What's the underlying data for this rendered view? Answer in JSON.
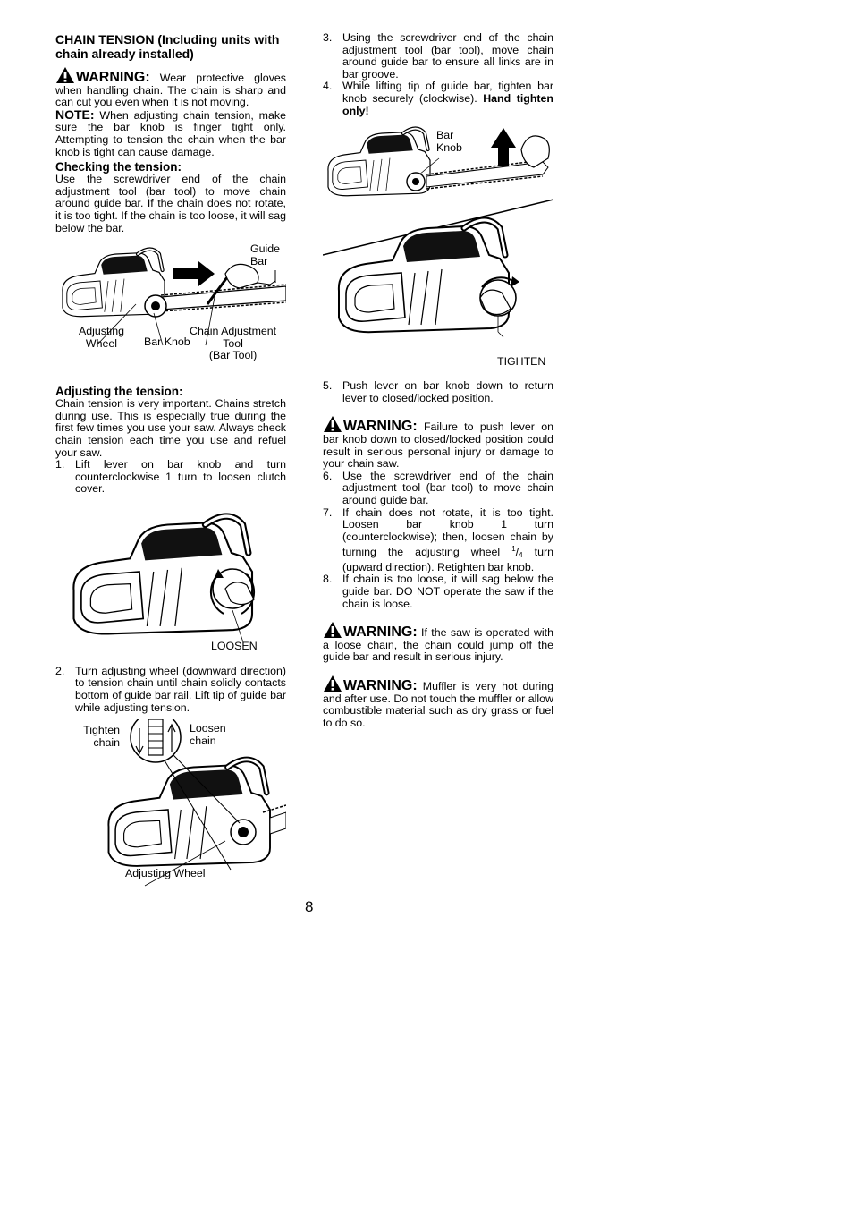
{
  "left": {
    "heading": "CHAIN TENSION (Including units with chain already installed)",
    "warning1": {
      "word": "WARNING:",
      "text": "Wear protective gloves when handling chain. The chain is sharp and can cut you even when it is not moving."
    },
    "note": {
      "word": "NOTE:",
      "text": "When adjusting chain tension, make sure the bar knob is finger tight only. Attempting to tension the chain when the bar knob is tight can cause damage."
    },
    "checking_heading": "Checking the tension:",
    "checking_text": "Use the screwdriver end of the chain adjustment tool (bar tool) to move chain around guide bar. If the chain does not rotate, it is too tight. If the chain is too loose, it will sag below the bar.",
    "figure1": {
      "guide_bar": [
        "Guide",
        "Bar"
      ],
      "adjusting_wheel": [
        "Adjusting",
        "Wheel"
      ],
      "bar_knob": "Bar Knob",
      "chain_tool": [
        "Chain Adjustment",
        "Tool",
        "(Bar Tool)"
      ]
    },
    "adjusting_heading": "Adjusting the tension:",
    "adjusting_text": "Chain tension is very important. Chains stretch during use. This is especially true during the first few times you use your saw. Always check chain tension each time you use and refuel your saw.",
    "step1": {
      "num": "1.",
      "text": "Lift lever on bar knob and turn counterclockwise 1 turn to loosen clutch cover."
    },
    "figure2": {
      "loosen": "LOOSEN"
    },
    "step2": {
      "num": "2.",
      "text": "Turn adjusting wheel (downward direction) to tension chain until chain solidly contacts bottom of guide bar rail. Lift tip of guide bar while adjusting tension."
    },
    "figure3": {
      "tighten": [
        "Tighten",
        "chain"
      ],
      "loosen": [
        "Loosen",
        "chain"
      ],
      "adjusting_wheel": "Adjusting Wheel"
    }
  },
  "right": {
    "step3": {
      "num": "3.",
      "text": "Using the screwdriver end of the chain adjustment tool (bar tool), move chain around guide bar to ensure all links are in bar groove."
    },
    "step4": {
      "num": "4.",
      "text": "While lifting tip of guide bar, tighten bar knob securely (clockwise).",
      "bold": "Hand tighten only!"
    },
    "figure4": {
      "bar_knob": [
        "Bar",
        "Knob"
      ],
      "tighten": "TIGHTEN"
    },
    "step5": {
      "num": "5.",
      "text": "Push lever on bar knob down to return lever to closed/locked position."
    },
    "warning2": {
      "word": "WARNING:",
      "text": "Failure to push lever on bar knob down to closed/locked position could result in serious personal injury or damage to your chain saw."
    },
    "step6": {
      "num": "6.",
      "text": "Use the screwdriver end of the chain adjustment tool (bar tool) to move chain around guide bar."
    },
    "step7": {
      "num": "7.",
      "text_a": "If chain does not rotate, it is too tight. Loosen bar knob 1 turn (counterclockwise); then, loosen chain by turning the adjusting wheel",
      "frac_num": "1",
      "frac_sep": "/",
      "frac_den": "4",
      "text_b": "turn (upward direction). Retighten bar knob."
    },
    "step8": {
      "num": "8.",
      "text": "If chain is too loose, it will sag below the guide bar. DO NOT operate the saw if the chain is loose."
    },
    "warning3": {
      "word": "WARNING:",
      "text": "If the saw is operated with a loose chain, the chain could jump off the guide bar and result in serious injury."
    },
    "warning4": {
      "word": "WARNING:",
      "text": "Muffler is very hot during and after use.  Do not touch the muffler or allow combustible material such as dry grass or fuel to do so."
    }
  },
  "page_number": "8"
}
